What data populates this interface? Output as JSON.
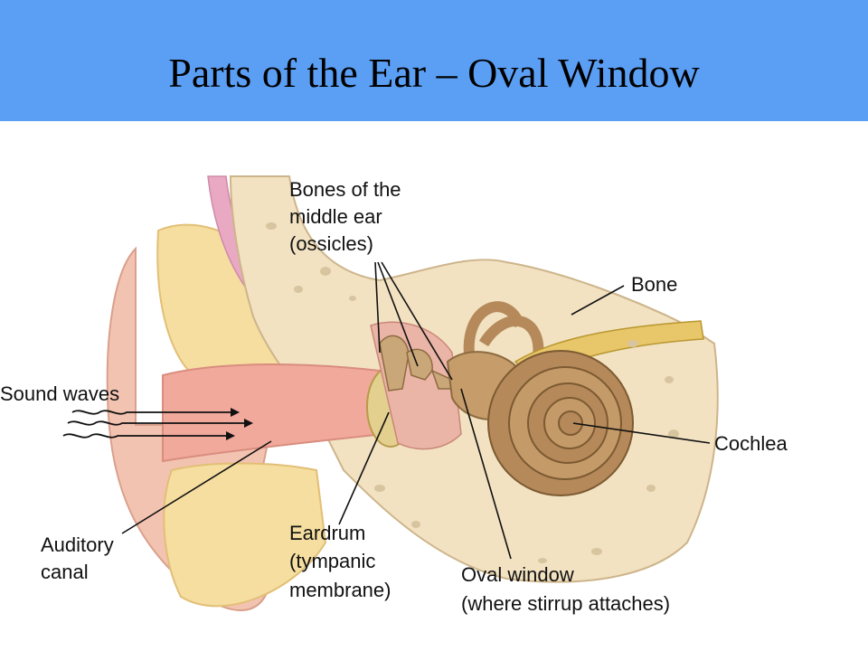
{
  "title": "Parts of the Ear – Oval Window",
  "colors": {
    "header": "#5b9ff5",
    "skin": "#f3c9b8",
    "bone": "#f2e2c2",
    "fat": "#f5dea0",
    "cochlea": "#b5895a"
  },
  "labels": {
    "ossicles": [
      "Bones of the",
      "middle ear",
      "(ossicles)"
    ],
    "bone": "Bone",
    "sound_waves": "Sound waves",
    "cochlea": "Cochlea",
    "auditory_canal": [
      "Auditory",
      "canal"
    ],
    "eardrum": [
      "Eardrum",
      "(tympanic",
      "membrane)"
    ],
    "oval_window": [
      "Oval window",
      "(where stirrup attaches)"
    ]
  }
}
